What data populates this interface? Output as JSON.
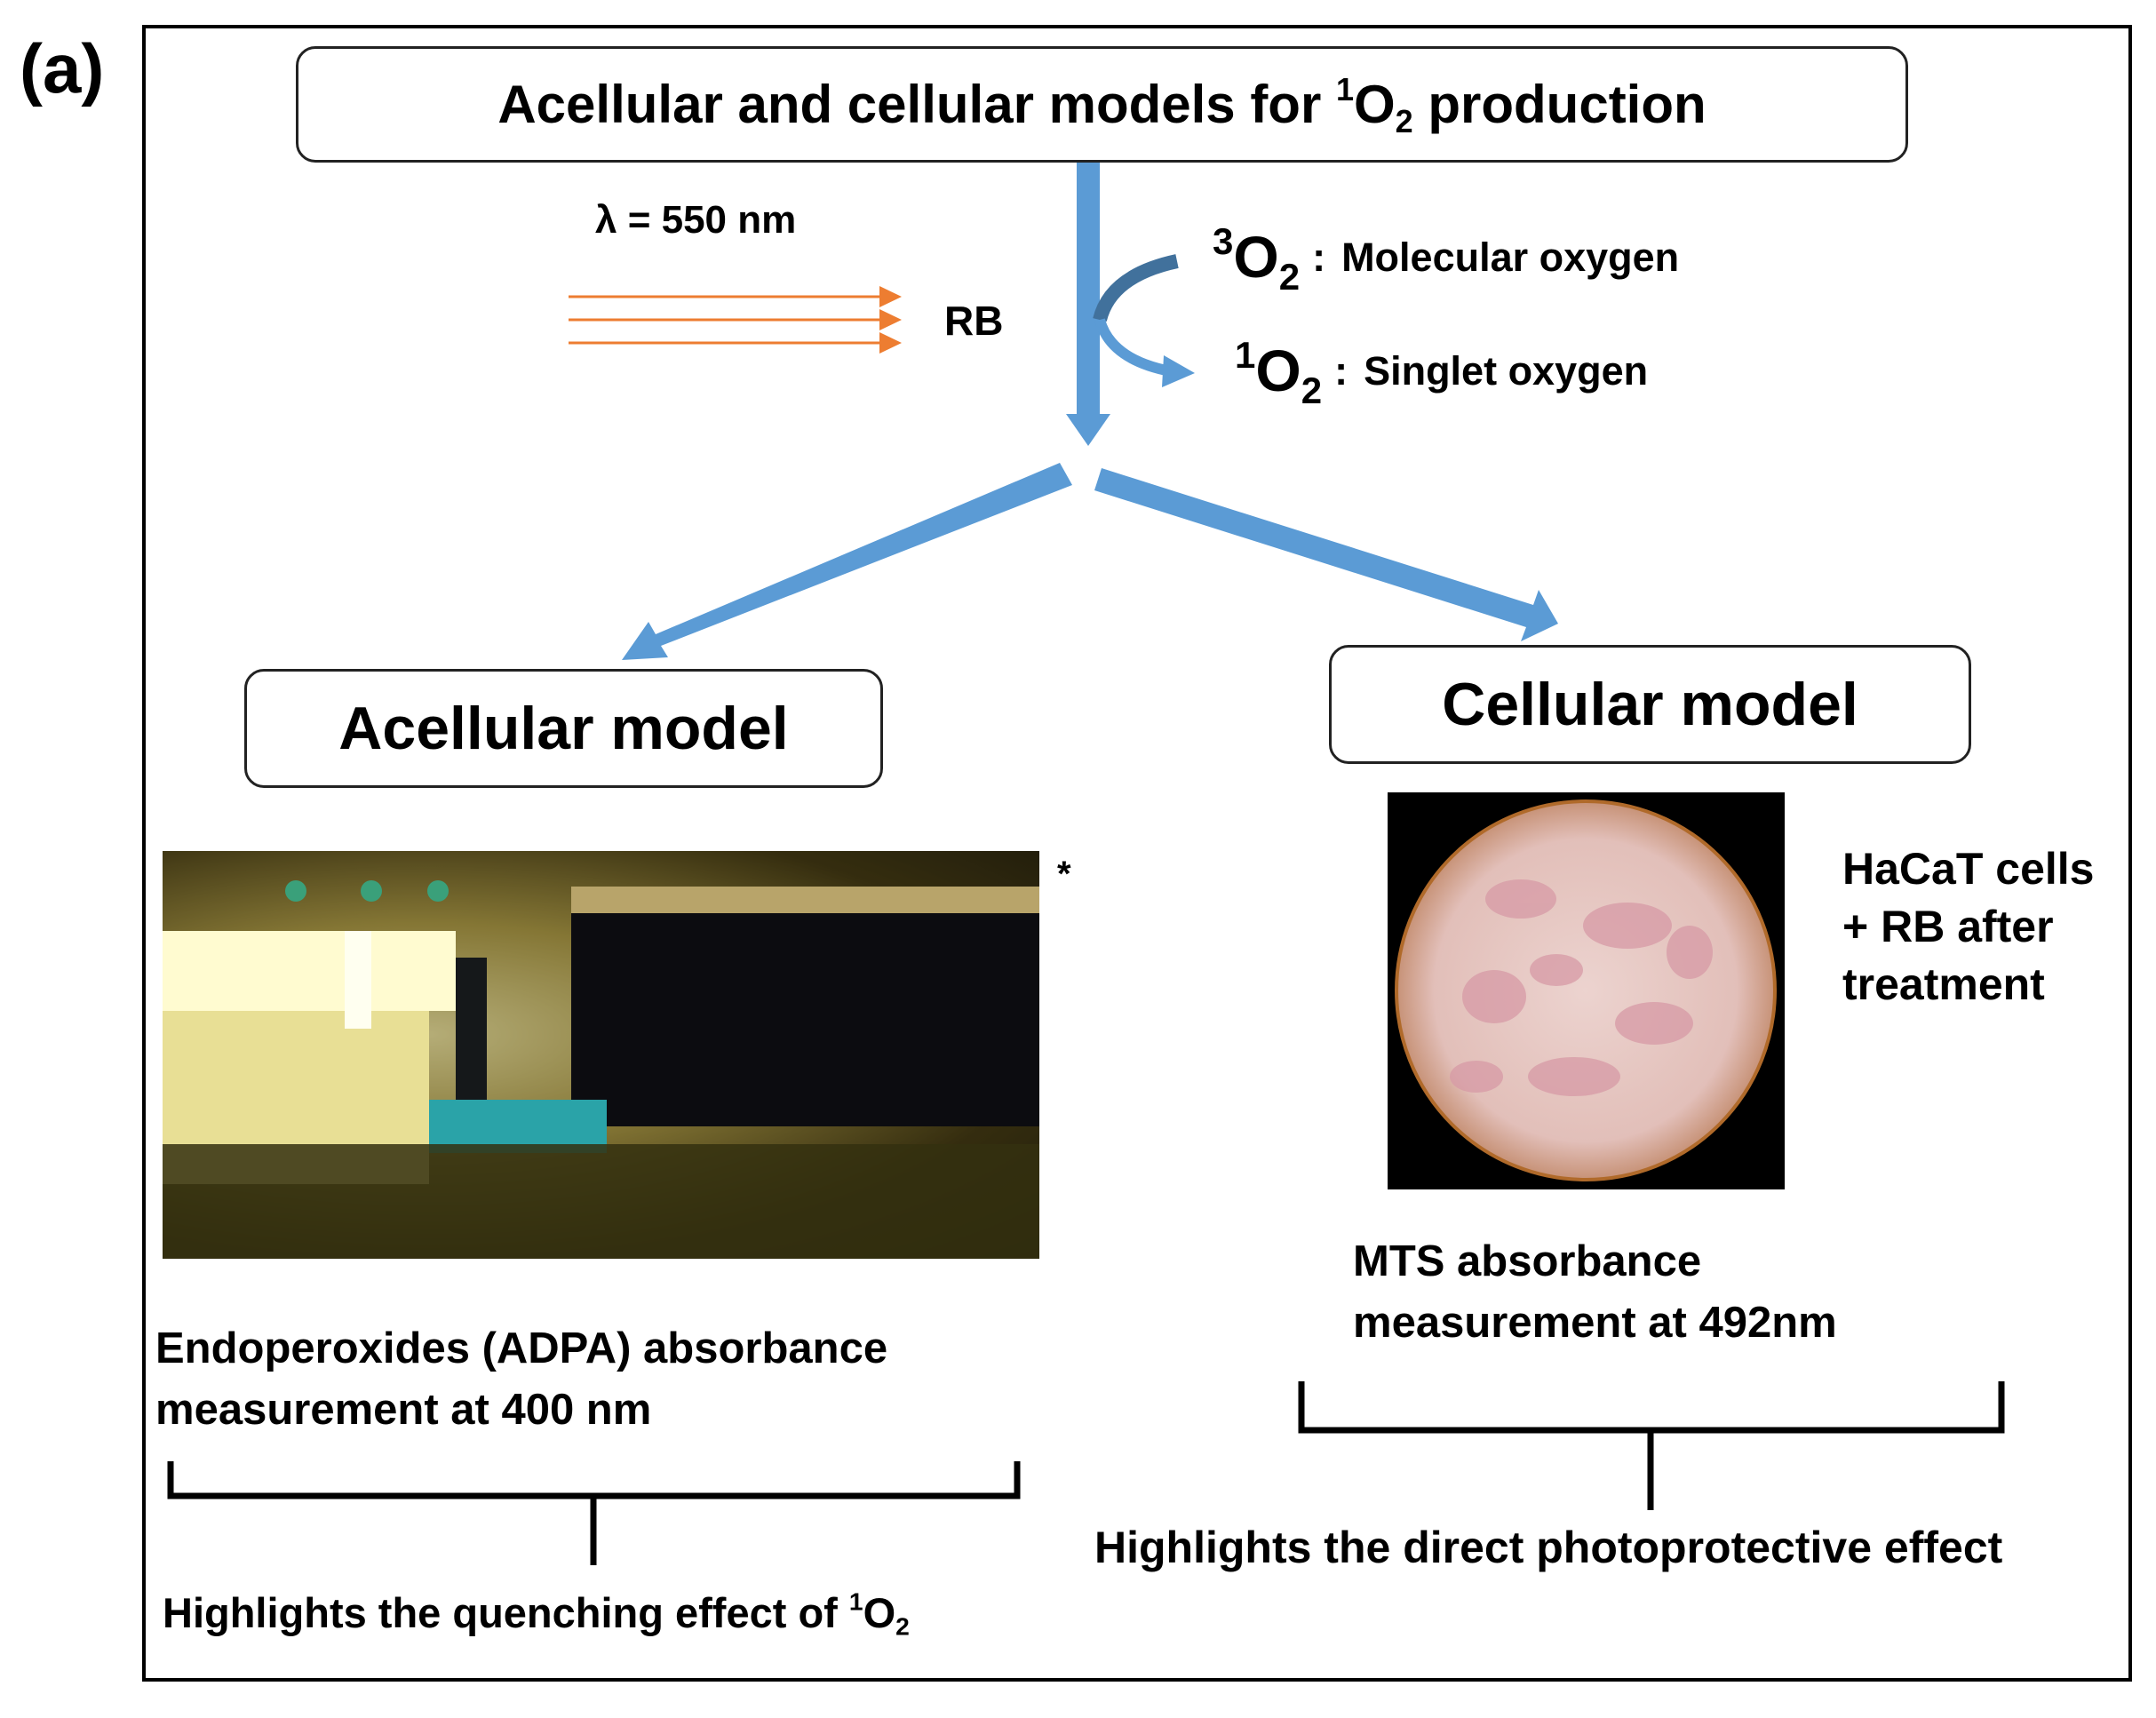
{
  "panel_label": "(a)",
  "title": {
    "pre": "Acellular and cellular models for ",
    "sup": "1",
    "mid": "O",
    "sub": "2",
    "post": " production"
  },
  "wavelength": "λ = 550 nm",
  "photosensitizer": "RB",
  "triplet": {
    "sup": "3",
    "base": "O",
    "sub": "2",
    "colon": ":",
    "desc": "Molecular oxygen"
  },
  "singlet": {
    "sup": "1",
    "base": "O",
    "sub": "2",
    "colon": ":",
    "desc": "Singlet oxygen"
  },
  "acellular": {
    "title": "Acellular model",
    "photo_mark": "*",
    "measurement": "Endoperoxides (ADPA) absorbance measurement at 400 nm",
    "highlight": {
      "text": "Highlights the quenching effect of ",
      "sup": "1",
      "base": "O",
      "sub": "2"
    }
  },
  "cellular": {
    "title": "Cellular model",
    "photo_caption": "HaCaT cells + RB after treatment",
    "measurement": "MTS absorbance measurement at 492nm",
    "highlight": "Highlights the direct photoprotective effect"
  },
  "colors": {
    "arrow_blue": "#5b9bd5",
    "curved_arrow_dark": "#41719c",
    "light_orange": "#ed7d31",
    "frame": "#000000"
  }
}
